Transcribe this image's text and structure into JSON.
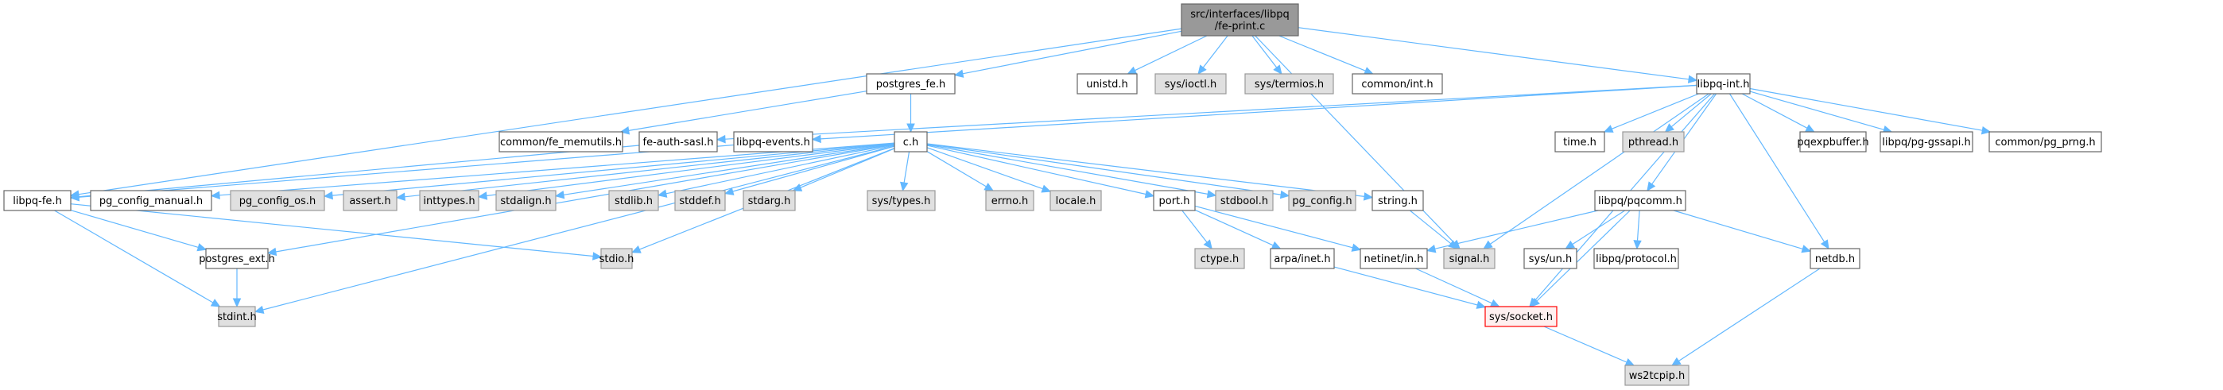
{
  "title": "src/interfaces/libpq/fe-print.c include dependency graph",
  "colors": {
    "edge": "#63b8ff",
    "root_fill": "#999999",
    "root_stroke": "#666666",
    "project_fill": "#ffffff",
    "project_stroke": "#666666",
    "system_fill": "#e0e0e0",
    "system_stroke": "#999999",
    "highlight_fill": "#fff0f0",
    "highlight_stroke": "#ff0000"
  },
  "nodes": [
    {
      "id": "fe-print.c",
      "lines": [
        "src/interfaces/libpq",
        "/fe-print.c"
      ],
      "kind": "root"
    },
    {
      "id": "postgres_fe.h",
      "lines": [
        "postgres_fe.h"
      ],
      "kind": "project"
    },
    {
      "id": "unistd.h",
      "lines": [
        "unistd.h"
      ],
      "kind": "project"
    },
    {
      "id": "sys/ioctl.h",
      "lines": [
        "sys/ioctl.h"
      ],
      "kind": "system"
    },
    {
      "id": "sys/termios.h",
      "lines": [
        "sys/termios.h"
      ],
      "kind": "system"
    },
    {
      "id": "common/int.h",
      "lines": [
        "common/int.h"
      ],
      "kind": "project"
    },
    {
      "id": "libpq-int.h",
      "lines": [
        "libpq-int.h"
      ],
      "kind": "project"
    },
    {
      "id": "common/fe_memutils.h",
      "lines": [
        "common/fe_memutils.h"
      ],
      "kind": "project"
    },
    {
      "id": "fe-auth-sasl.h",
      "lines": [
        "fe-auth-sasl.h"
      ],
      "kind": "project"
    },
    {
      "id": "libpq-events.h",
      "lines": [
        "libpq-events.h"
      ],
      "kind": "project"
    },
    {
      "id": "c.h",
      "lines": [
        "c.h"
      ],
      "kind": "project"
    },
    {
      "id": "time.h",
      "lines": [
        "time.h"
      ],
      "kind": "project"
    },
    {
      "id": "pthread.h",
      "lines": [
        "pthread.h"
      ],
      "kind": "system"
    },
    {
      "id": "pqexpbuffer.h",
      "lines": [
        "pqexpbuffer.h"
      ],
      "kind": "project"
    },
    {
      "id": "libpq/pg-gssapi.h",
      "lines": [
        "libpq/pg-gssapi.h"
      ],
      "kind": "project"
    },
    {
      "id": "common/pg_prng.h",
      "lines": [
        "common/pg_prng.h"
      ],
      "kind": "project"
    },
    {
      "id": "libpq-fe.h",
      "lines": [
        "libpq-fe.h"
      ],
      "kind": "project"
    },
    {
      "id": "pg_config_manual.h",
      "lines": [
        "pg_config_manual.h"
      ],
      "kind": "project"
    },
    {
      "id": "pg_config_os.h",
      "lines": [
        "pg_config_os.h"
      ],
      "kind": "system"
    },
    {
      "id": "assert.h",
      "lines": [
        "assert.h"
      ],
      "kind": "system"
    },
    {
      "id": "inttypes.h",
      "lines": [
        "inttypes.h"
      ],
      "kind": "system"
    },
    {
      "id": "stdalign.h",
      "lines": [
        "stdalign.h"
      ],
      "kind": "system"
    },
    {
      "id": "stdlib.h",
      "lines": [
        "stdlib.h"
      ],
      "kind": "system"
    },
    {
      "id": "stddef.h",
      "lines": [
        "stddef.h"
      ],
      "kind": "system"
    },
    {
      "id": "stdarg.h",
      "lines": [
        "stdarg.h"
      ],
      "kind": "system"
    },
    {
      "id": "sys/types.h",
      "lines": [
        "sys/types.h"
      ],
      "kind": "system"
    },
    {
      "id": "errno.h",
      "lines": [
        "errno.h"
      ],
      "kind": "system"
    },
    {
      "id": "locale.h",
      "lines": [
        "locale.h"
      ],
      "kind": "system"
    },
    {
      "id": "port.h",
      "lines": [
        "port.h"
      ],
      "kind": "project"
    },
    {
      "id": "stdbool.h",
      "lines": [
        "stdbool.h"
      ],
      "kind": "system"
    },
    {
      "id": "pg_config.h",
      "lines": [
        "pg_config.h"
      ],
      "kind": "system"
    },
    {
      "id": "string.h",
      "lines": [
        "string.h"
      ],
      "kind": "project"
    },
    {
      "id": "libpq/pqcomm.h",
      "lines": [
        "libpq/pqcomm.h"
      ],
      "kind": "project"
    },
    {
      "id": "postgres_ext.h",
      "lines": [
        "postgres_ext.h"
      ],
      "kind": "project"
    },
    {
      "id": "stdio.h",
      "lines": [
        "stdio.h"
      ],
      "kind": "system"
    },
    {
      "id": "ctype.h",
      "lines": [
        "ctype.h"
      ],
      "kind": "system"
    },
    {
      "id": "arpa/inet.h",
      "lines": [
        "arpa/inet.h"
      ],
      "kind": "project"
    },
    {
      "id": "netinet/in.h",
      "lines": [
        "netinet/in.h"
      ],
      "kind": "project"
    },
    {
      "id": "signal.h",
      "lines": [
        "signal.h"
      ],
      "kind": "system"
    },
    {
      "id": "sys/un.h",
      "lines": [
        "sys/un.h"
      ],
      "kind": "project"
    },
    {
      "id": "libpq/protocol.h",
      "lines": [
        "libpq/protocol.h"
      ],
      "kind": "project"
    },
    {
      "id": "netdb.h",
      "lines": [
        "netdb.h"
      ],
      "kind": "project"
    },
    {
      "id": "stdint.h",
      "lines": [
        "stdint.h"
      ],
      "kind": "system"
    },
    {
      "id": "sys/socket.h",
      "lines": [
        "sys/socket.h"
      ],
      "kind": "highlight"
    },
    {
      "id": "ws2tcpip.h",
      "lines": [
        "ws2tcpip.h"
      ],
      "kind": "system"
    }
  ],
  "edges": [
    [
      "fe-print.c",
      "postgres_fe.h"
    ],
    [
      "fe-print.c",
      "unistd.h"
    ],
    [
      "fe-print.c",
      "sys/ioctl.h"
    ],
    [
      "fe-print.c",
      "sys/termios.h"
    ],
    [
      "fe-print.c",
      "common/int.h"
    ],
    [
      "fe-print.c",
      "libpq-fe.h"
    ],
    [
      "fe-print.c",
      "libpq-int.h"
    ],
    [
      "fe-print.c",
      "signal.h"
    ],
    [
      "postgres_fe.h",
      "c.h"
    ],
    [
      "postgres_fe.h",
      "common/fe_memutils.h"
    ],
    [
      "c.h",
      "pg_config.h"
    ],
    [
      "c.h",
      "pg_config_manual.h"
    ],
    [
      "c.h",
      "pg_config_os.h"
    ],
    [
      "c.h",
      "inttypes.h"
    ],
    [
      "c.h",
      "stdalign.h"
    ],
    [
      "c.h",
      "stdio.h"
    ],
    [
      "c.h",
      "stdlib.h"
    ],
    [
      "c.h",
      "string.h"
    ],
    [
      "c.h",
      "stddef.h"
    ],
    [
      "c.h",
      "stdarg.h"
    ],
    [
      "c.h",
      "stdbool.h"
    ],
    [
      "c.h",
      "stdint.h"
    ],
    [
      "c.h",
      "sys/types.h"
    ],
    [
      "c.h",
      "errno.h"
    ],
    [
      "c.h",
      "locale.h"
    ],
    [
      "c.h",
      "port.h"
    ],
    [
      "c.h",
      "assert.h"
    ],
    [
      "c.h",
      "postgres_ext.h"
    ],
    [
      "port.h",
      "ctype.h"
    ],
    [
      "port.h",
      "netinet/in.h"
    ],
    [
      "port.h",
      "arpa/inet.h"
    ],
    [
      "arpa/inet.h",
      "sys/socket.h"
    ],
    [
      "netinet/in.h",
      "sys/socket.h"
    ],
    [
      "sys/socket.h",
      "ws2tcpip.h"
    ],
    [
      "string.h",
      "signal.h"
    ],
    [
      "libpq-fe.h",
      "stdio.h"
    ],
    [
      "libpq-fe.h",
      "stdint.h"
    ],
    [
      "libpq-fe.h",
      "postgres_ext.h"
    ],
    [
      "postgres_ext.h",
      "stdint.h"
    ],
    [
      "libpq-int.h",
      "libpq-events.h"
    ],
    [
      "libpq-int.h",
      "time.h"
    ],
    [
      "libpq-int.h",
      "netdb.h"
    ],
    [
      "libpq-int.h",
      "sys/socket.h"
    ],
    [
      "libpq-int.h",
      "signal.h"
    ],
    [
      "libpq-int.h",
      "pthread.h"
    ],
    [
      "libpq-int.h",
      "libpq/pqcomm.h"
    ],
    [
      "libpq-int.h",
      "fe-auth-sasl.h"
    ],
    [
      "libpq-int.h",
      "pqexpbuffer.h"
    ],
    [
      "libpq-int.h",
      "libpq/pg-gssapi.h"
    ],
    [
      "libpq-int.h",
      "common/pg_prng.h"
    ],
    [
      "libpq-events.h",
      "libpq-fe.h"
    ],
    [
      "fe-auth-sasl.h",
      "libpq-fe.h"
    ],
    [
      "libpq/pqcomm.h",
      "sys/socket.h"
    ],
    [
      "libpq/pqcomm.h",
      "netdb.h"
    ],
    [
      "libpq/pqcomm.h",
      "sys/un.h"
    ],
    [
      "libpq/pqcomm.h",
      "netinet/in.h"
    ],
    [
      "libpq/pqcomm.h",
      "libpq/protocol.h"
    ],
    [
      "netdb.h",
      "ws2tcpip.h"
    ]
  ]
}
